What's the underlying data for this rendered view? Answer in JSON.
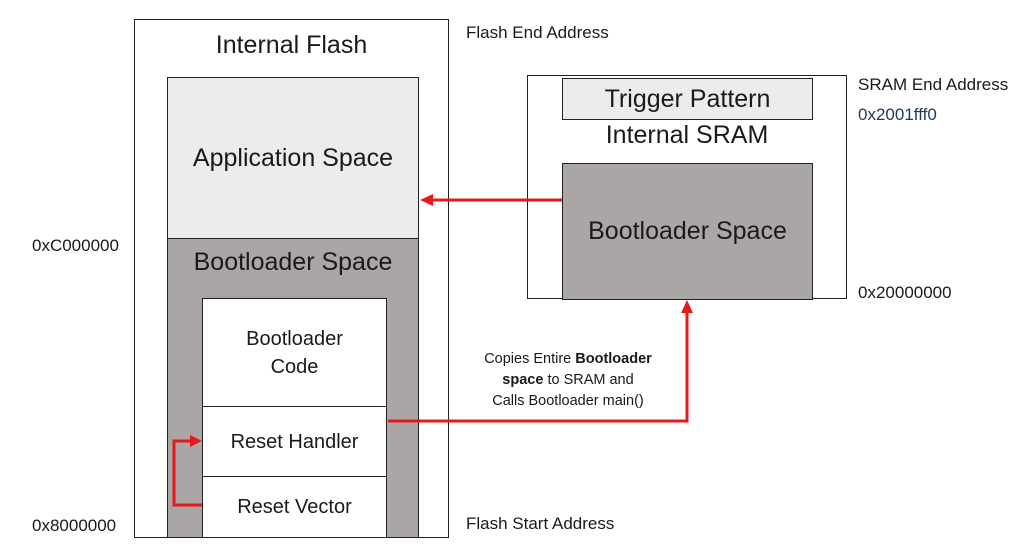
{
  "flash": {
    "title": "Internal Flash",
    "application_space": "Application Space",
    "bootloader_space": "Bootloader Space",
    "bootloader_code": [
      "Bootloader",
      "Code"
    ],
    "reset_handler": "Reset Handler",
    "reset_vector": "Reset Vector",
    "end_address_label": "Flash End Address",
    "start_address_label": "Flash Start Address",
    "mid_address": "0xC000000",
    "start_address": "0x8000000"
  },
  "sram": {
    "title": "Internal SRAM",
    "trigger_pattern": "Trigger Pattern",
    "bootloader_space": "Bootloader Space",
    "end_address_label": "SRAM End Address",
    "end_address": "0x2001fff0",
    "start_address": "0x20000000"
  },
  "annotation": {
    "line1": "Copies Entire ",
    "line1_bold": "Bootloader",
    "line2_bold": "space",
    "line2": " to SRAM and",
    "line3": "Calls Bootloader main()"
  },
  "colors": {
    "application_fill": "#ececec",
    "bootloader_fill": "#aaa6a5",
    "arrow": "#e8191b",
    "address_blue": "#1f3a5c"
  }
}
